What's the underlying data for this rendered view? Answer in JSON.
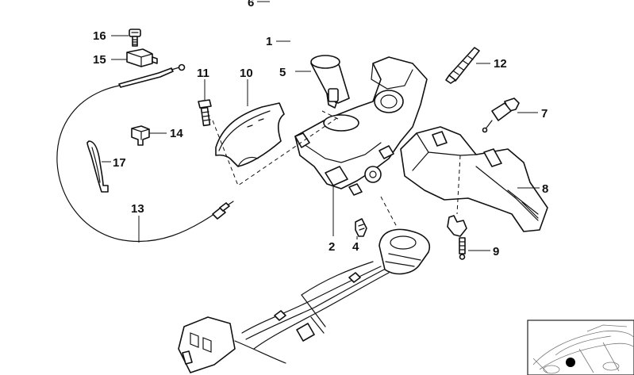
{
  "diagram": {
    "callouts": [
      {
        "id": "p6",
        "label": "6"
      },
      {
        "id": "p16",
        "label": "16"
      },
      {
        "id": "p15",
        "label": "15"
      },
      {
        "id": "p1",
        "label": "1"
      },
      {
        "id": "p11",
        "label": "11"
      },
      {
        "id": "p10",
        "label": "10"
      },
      {
        "id": "p5",
        "label": "5"
      },
      {
        "id": "p12",
        "label": "12"
      },
      {
        "id": "p14",
        "label": "14"
      },
      {
        "id": "p7",
        "label": "7"
      },
      {
        "id": "p17",
        "label": "17"
      },
      {
        "id": "p8",
        "label": "8"
      },
      {
        "id": "p13",
        "label": "13"
      },
      {
        "id": "p2",
        "label": "2"
      },
      {
        "id": "p4",
        "label": "4"
      },
      {
        "id": "p9",
        "label": "9"
      }
    ]
  }
}
